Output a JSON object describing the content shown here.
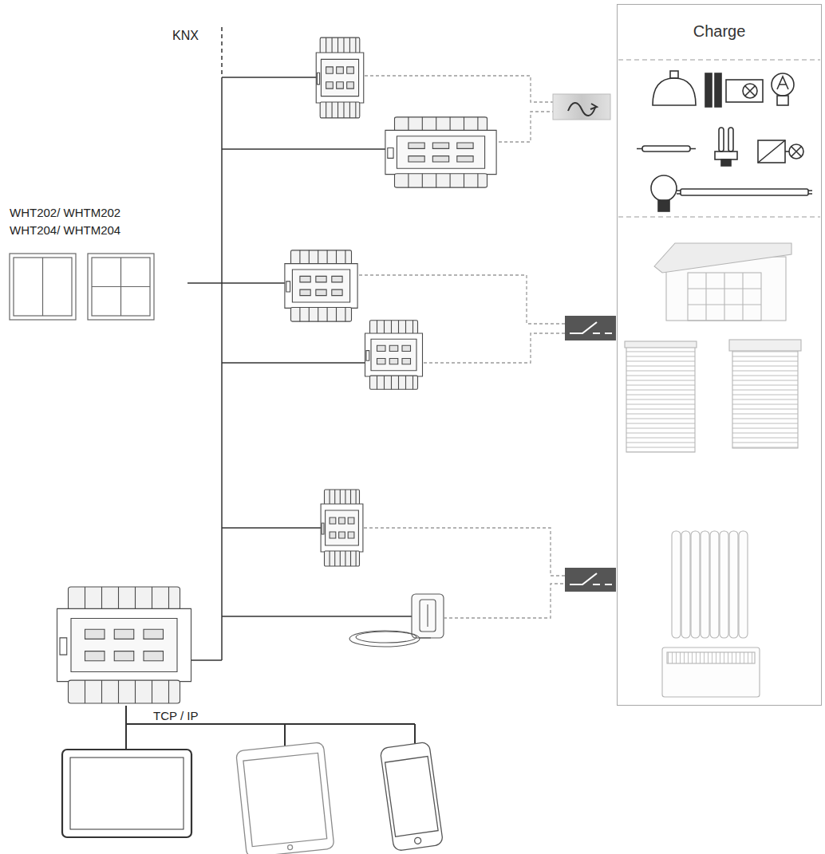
{
  "diagram": {
    "nodes": [
      {
        "text": [
          "Charge"
        ]
      }
    ],
    "labels": [
      "KNX",
      "WHT202/ WHTM202",
      "WHT204/ WHTM204",
      "TCP / IP"
    ]
  }
}
